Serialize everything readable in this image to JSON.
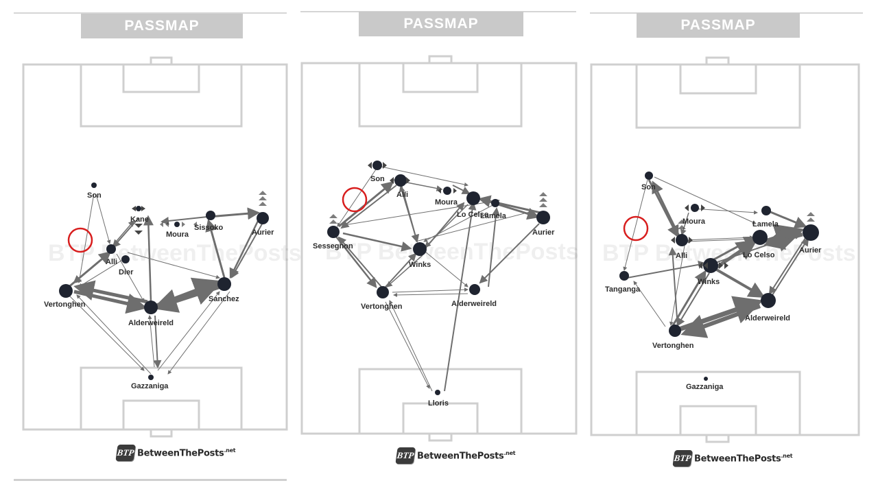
{
  "title": "PASSMAP",
  "brand": {
    "badge": "BTP",
    "name": "BetweenThePosts",
    "suffix": ".net"
  },
  "colors": {
    "node": "#1f2430",
    "arrow": "#6e6e6e",
    "pitch_line": "#cfcfcf",
    "highlight": "#d81e1e",
    "banner": "#c9c9c9"
  },
  "panels": [
    {
      "players": [
        "Son",
        "Kane",
        "Moura",
        "Sissoko",
        "Aurier",
        "Alli",
        "Dier",
        "Vertonghen",
        "Alderweireld",
        "Sanchez",
        "Gazzaniga"
      ]
    },
    {
      "players": [
        "Son",
        "Alli",
        "Moura",
        "Lo Celso",
        "Lamela",
        "Aurier",
        "Sessegnon",
        "Winks",
        "Vertonghen",
        "Alderweireld",
        "Lloris"
      ]
    },
    {
      "players": [
        "Son",
        "Moura",
        "Alli",
        "Lamela",
        "Lo Celso",
        "Aurier",
        "Tanganga",
        "Winks",
        "Alderweireld",
        "Vertonghen",
        "Gazzaniga"
      ]
    }
  ]
}
